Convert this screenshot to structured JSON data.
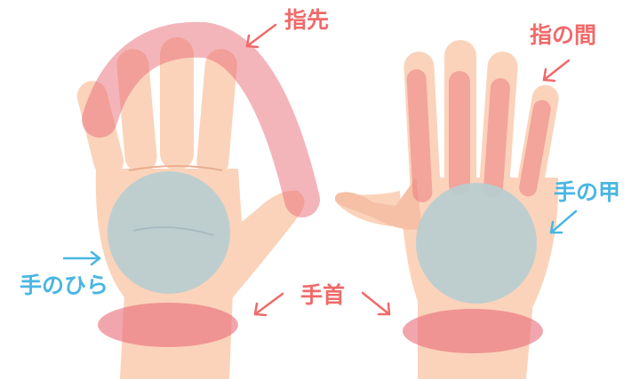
{
  "labels": {
    "fingertips": "指先",
    "between_fingers": "指の間",
    "back_of_hand": "手の甲",
    "palm": "手のひら",
    "wrist": "手首"
  },
  "colors": {
    "skin": "#fbd3bb",
    "skin_shade": "#f5c0a5",
    "highlight_red": "#e86b76",
    "highlight_gray": "#b9cdd0",
    "label_red": "#f06a6a",
    "label_blue": "#49b6e3"
  }
}
